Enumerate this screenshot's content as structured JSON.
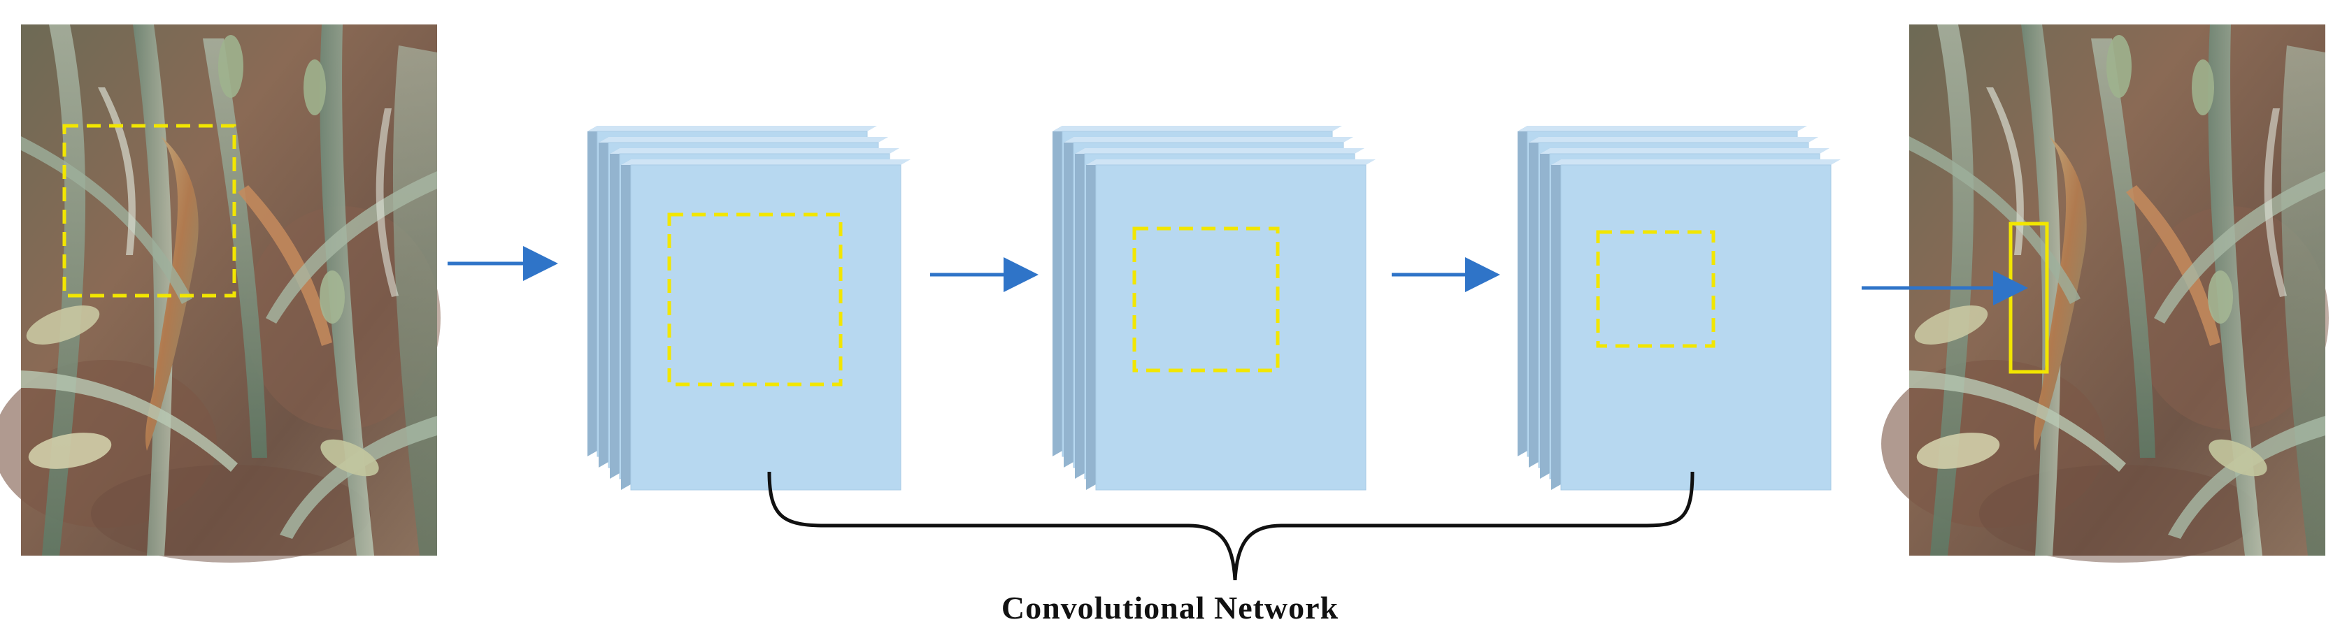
{
  "caption": "Convolutional Network",
  "colors": {
    "arrow": "#2f74c8",
    "feature_map_face": "#b7d8f0",
    "feature_map_side": "#93b4cf",
    "feature_map_top": "#cfe4f5",
    "detection_box": "#f2e600",
    "brace": "#111111"
  },
  "input_image": {
    "label": "wheat-field-input-image",
    "region_marker": "dashed-yellow-box"
  },
  "feature_stacks": [
    {
      "name": "feature-stack-1",
      "layers": 4
    },
    {
      "name": "feature-stack-2",
      "layers": 4
    },
    {
      "name": "feature-stack-3",
      "layers": 4
    }
  ],
  "output_image": {
    "label": "wheat-field-output-image",
    "region_marker": "solid-yellow-box"
  }
}
